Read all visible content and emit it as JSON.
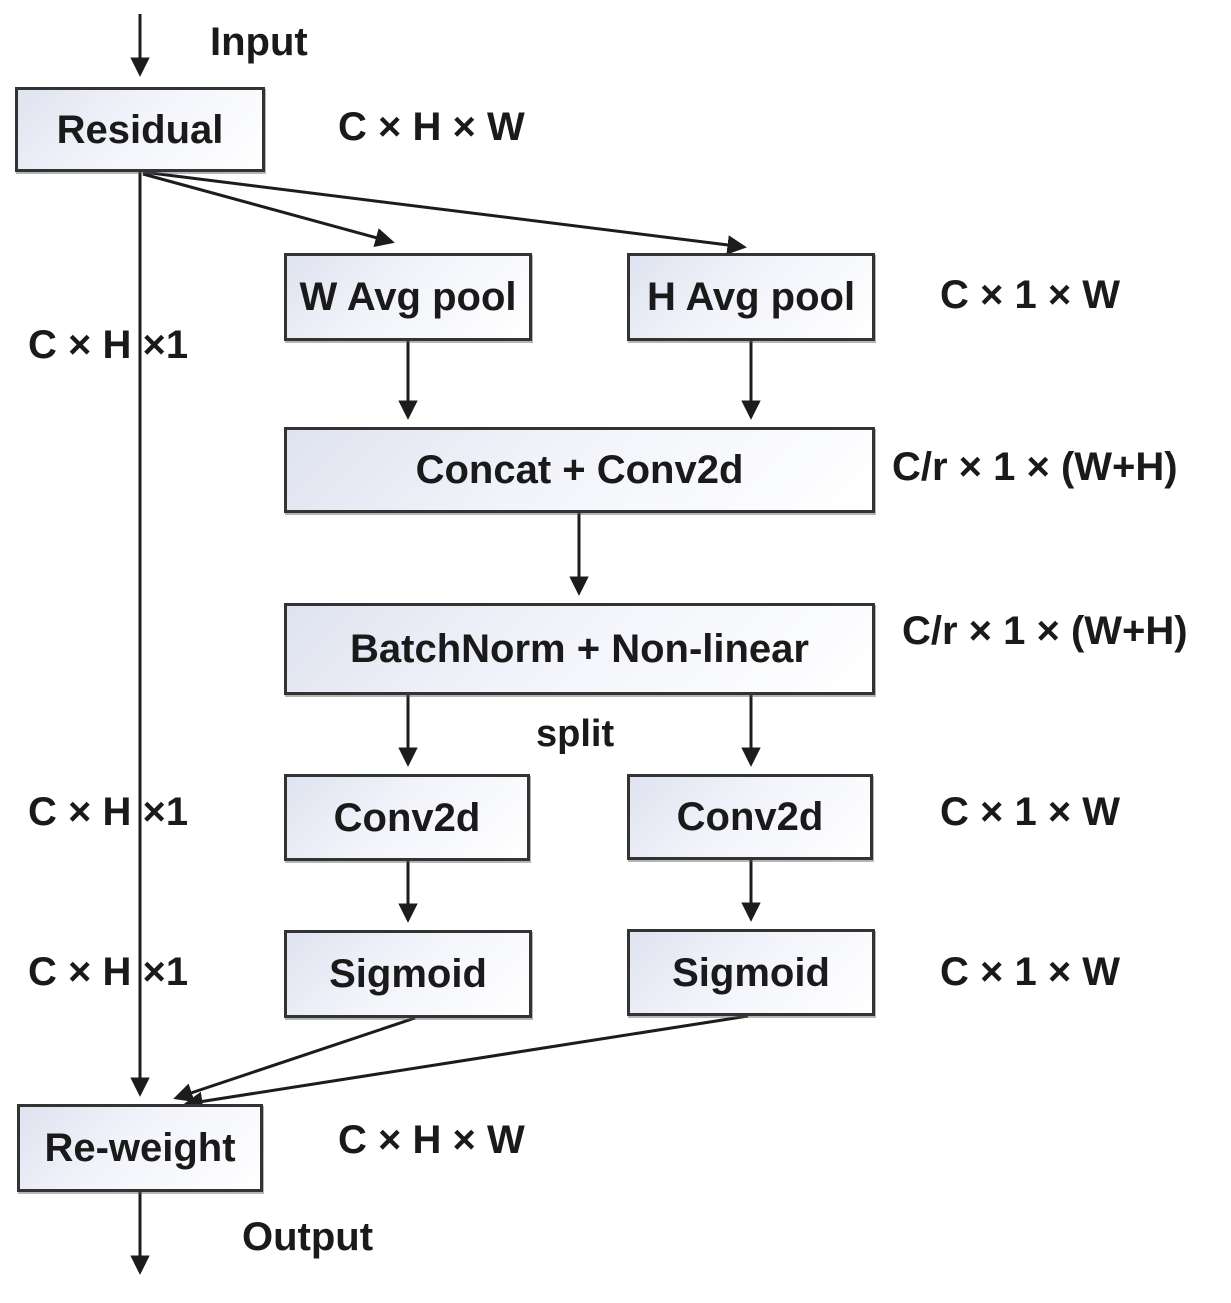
{
  "diagram": {
    "title_semantic": "Coordinate attention block",
    "colors": {
      "background": "#ffffff",
      "line": "#1c1c1c",
      "box_border": "#333333",
      "box_fill_top_left": "#dfe3f0",
      "box_fill_bottom_right": "#ffffff",
      "text": "#1a1a1a"
    },
    "nodes": {
      "residual": "Residual",
      "w_avg_pool": "W Avg pool",
      "h_avg_pool": "H Avg pool",
      "concat_conv": "Concat + Conv2d",
      "batchnorm": "BatchNorm + Non-linear",
      "conv2d_left": "Conv2d",
      "conv2d_right": "Conv2d",
      "sigmoid_left": "Sigmoid",
      "sigmoid_right": "Sigmoid",
      "reweight": "Re-weight"
    },
    "flow_labels": {
      "input": "Input",
      "output": "Output",
      "split": "split"
    },
    "dim_labels": {
      "residual_dim": "C × H × W",
      "h_pool_dim": "C × 1 × W",
      "left_dim_1": "C × H ×1",
      "concat_dim": "C/r × 1 × (W+H)",
      "batchnorm_dim": "C/r × 1 × (W+H)",
      "left_dim_2": "C × H ×1",
      "conv_right_dim": "C × 1 × W",
      "left_dim_3": "C × H ×1",
      "sigmoid_right_dim": "C × 1 × W",
      "reweight_dim": "C × H × W"
    }
  }
}
